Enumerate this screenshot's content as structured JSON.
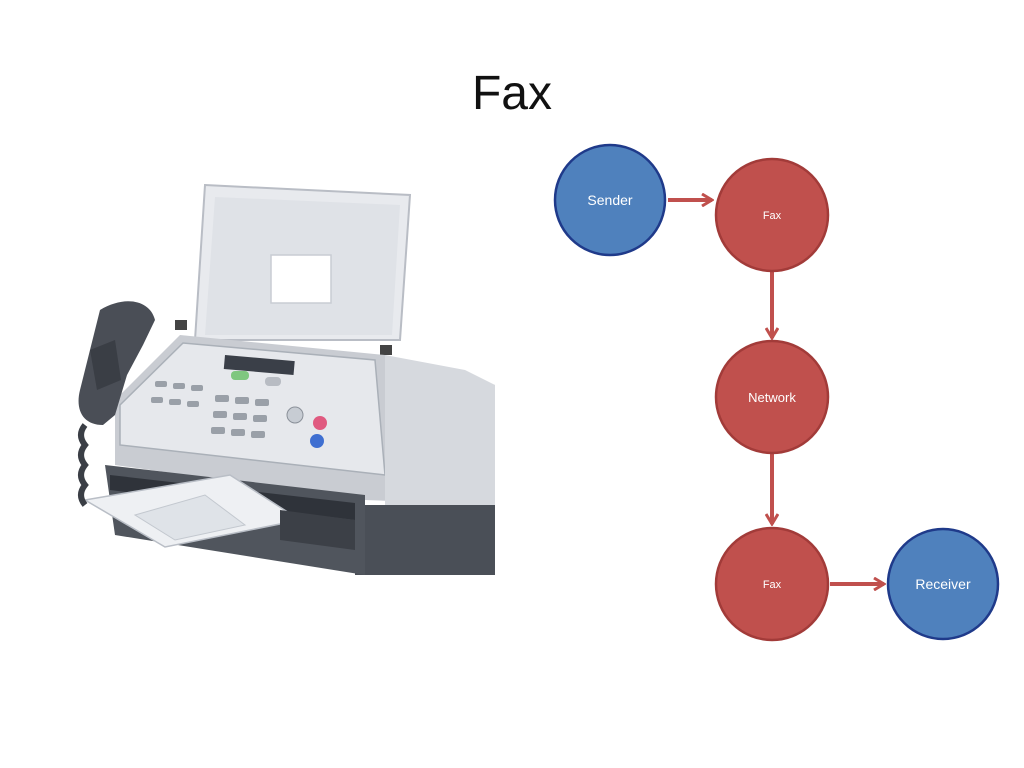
{
  "slide": {
    "title": "Fax"
  },
  "diagram": {
    "nodes": {
      "sender": "Sender",
      "fax_send": "Fax",
      "network": "Network",
      "fax_receive": "Fax",
      "receiver": "Receiver"
    },
    "colors": {
      "blue_fill": "#4f81bd",
      "blue_stroke": "#1f3a8a",
      "red_fill": "#c0504d",
      "red_stroke": "#a23b39",
      "arrow": "#c0504d"
    }
  },
  "image": {
    "icon": "fax-machine-icon"
  }
}
